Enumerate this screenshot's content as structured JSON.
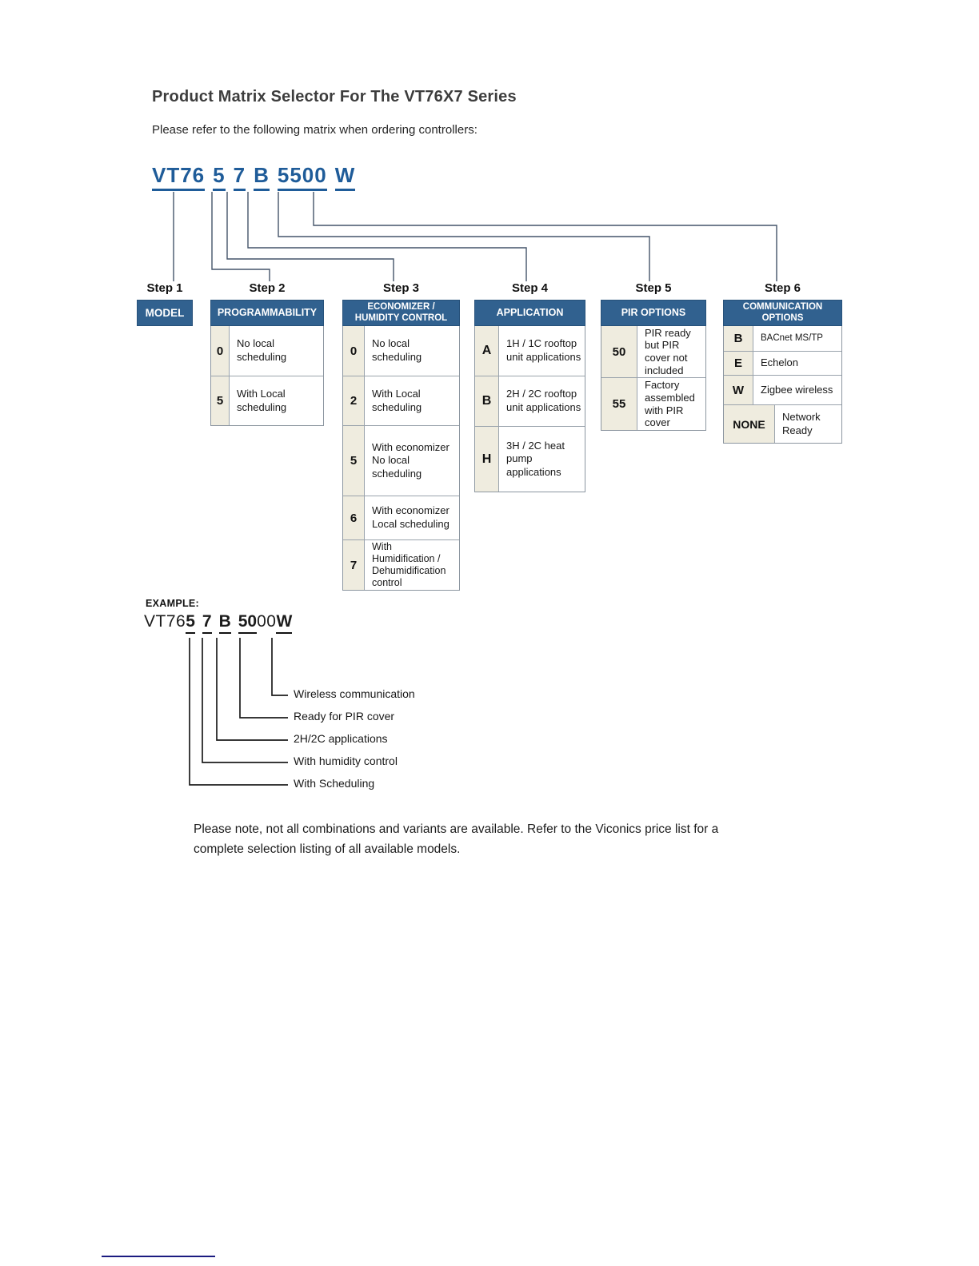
{
  "document": {
    "title": "Product Matrix Selector For The VT76X7 Series",
    "intro": "Please refer to the following matrix when ordering controllers:",
    "example_label": "EXAMPLE:",
    "note": "Please note, not all combinations and variants are available. Refer to the Viconics price list for a complete selection listing of all available models."
  },
  "model_code": {
    "full": "VT76 5 7 B 5500W",
    "segments": [
      {
        "text": "VT76"
      },
      {
        "text": "5"
      },
      {
        "text": "7"
      },
      {
        "text": "B"
      },
      {
        "text": "5500"
      },
      {
        "text": "W"
      }
    ]
  },
  "steps": [
    {
      "label": "Step 1",
      "header": "MODEL",
      "rows": []
    },
    {
      "label": "Step 2",
      "header": "PROGRAMMABILITY",
      "rows": [
        {
          "code": "0",
          "desc": "No local scheduling"
        },
        {
          "code": "5",
          "desc": "With Local scheduling"
        }
      ]
    },
    {
      "label": "Step 3",
      "header": "ECONOMIZER / HUMIDITY CONTROL",
      "rows": [
        {
          "code": "0",
          "desc": "No local scheduling"
        },
        {
          "code": "2",
          "desc": "With Local scheduling"
        },
        {
          "code": "5",
          "desc": "With economizer No local scheduling"
        },
        {
          "code": "6",
          "desc": "With economizer Local scheduling"
        },
        {
          "code": "7",
          "desc": "With Humidification / Dehumidification control"
        }
      ]
    },
    {
      "label": "Step 4",
      "header": "APPLICATION",
      "rows": [
        {
          "code": "A",
          "desc": "1H / 1C rooftop unit applications"
        },
        {
          "code": "B",
          "desc": "2H / 2C rooftop unit applications"
        },
        {
          "code": "H",
          "desc": "3H / 2C heat pump applications"
        }
      ]
    },
    {
      "label": "Step 5",
      "header": "PIR OPTIONS",
      "rows": [
        {
          "code": "50",
          "desc": "PIR ready but PIR cover not included"
        },
        {
          "code": "55",
          "desc": "Factory assembled with PIR cover"
        }
      ]
    },
    {
      "label": "Step 6",
      "header": "COMMUNICATION OPTIONS",
      "rows": [
        {
          "code": "B",
          "desc": "BACnet MS/TP"
        },
        {
          "code": "E",
          "desc": "Echelon"
        },
        {
          "code": "W",
          "desc": "Zigbee wireless"
        },
        {
          "code": "NONE",
          "desc": "Network Ready"
        }
      ]
    }
  ],
  "example_code": {
    "prefix": "VT76",
    "d1": "5",
    "d2": "7",
    "d3": "B",
    "d4": "50",
    "filler": "00",
    "d5": "W",
    "callouts": [
      {
        "text": "Wireless communication"
      },
      {
        "text": "Ready for PIR cover"
      },
      {
        "text": "2H/2C applications"
      },
      {
        "text": "With humidity control"
      },
      {
        "text": "With Scheduling"
      }
    ]
  },
  "colors": {
    "header_blue": "#31618f",
    "code_cell_bg": "#efecdf",
    "model_blue": "#1f5c99",
    "connector": "#44546a"
  }
}
